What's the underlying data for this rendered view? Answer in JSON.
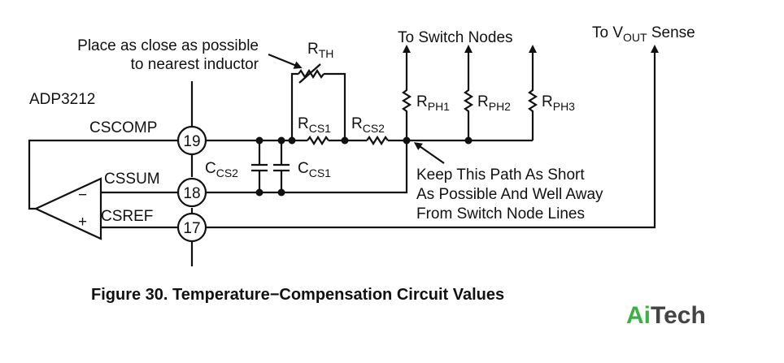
{
  "chip": {
    "name": "ADP3212"
  },
  "pins": [
    {
      "name": "CSCOMP",
      "number": "19"
    },
    {
      "name": "CSSUM",
      "number": "18"
    },
    {
      "name": "CSREF",
      "number": "17"
    }
  ],
  "amplifier": {
    "minus": "−",
    "plus": "+"
  },
  "components": {
    "rth": {
      "main": "R",
      "sub": "TH"
    },
    "rcs1": {
      "main": "R",
      "sub": "CS1"
    },
    "rcs2": {
      "main": "R",
      "sub": "CS2"
    },
    "ccs2": {
      "main": "C",
      "sub": "CS2"
    },
    "ccs1": {
      "main": "C",
      "sub": "CS1"
    },
    "rph1": {
      "main": "R",
      "sub": "PH1"
    },
    "rph2": {
      "main": "R",
      "sub": "PH2"
    },
    "rph3": {
      "main": "R",
      "sub": "PH3"
    }
  },
  "notes": {
    "placement_line1": "Place as close as possible",
    "placement_line2": "to nearest inductor",
    "path_line1": "Keep This Path As Short",
    "path_line2": "As Possible And Well Away",
    "path_line3": "From Switch Node Lines",
    "switch_nodes": "To Switch Nodes",
    "vout_prefix": "To V",
    "vout_sub": "OUT",
    "vout_suffix": " Sense"
  },
  "caption": "Figure 30. Temperature−Compensation Circuit Values",
  "watermark": {
    "part1": "Ai",
    "part2": "Tech",
    "color1": "#3cb043",
    "color2": "#444444"
  }
}
